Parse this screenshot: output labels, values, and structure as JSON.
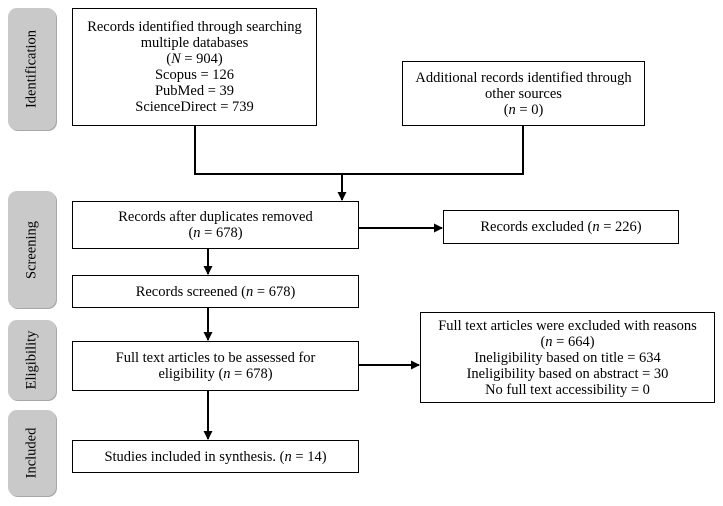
{
  "phases": {
    "identification": "Identification",
    "screening": "Screening",
    "eligibility": "Eligibility",
    "included": "Included"
  },
  "boxes": {
    "databases": {
      "line1": "Records identified through searching",
      "line2": "multiple databases",
      "total_var": "N",
      "total_val": " = 904)",
      "scopus": "Scopus = 126",
      "pubmed": "PubMed = 39",
      "sciencedirect": "ScienceDirect = 739"
    },
    "additional": {
      "line1": "Additional records identified through",
      "line2": "other sources",
      "count": " = 0)"
    },
    "duplicates_removed": {
      "line1": "Records after duplicates removed",
      "count": " = 678)"
    },
    "records_excluded": {
      "label": "Records excluded (",
      "count": " = 226)"
    },
    "records_screened": {
      "label": "Records screened (",
      "count": " = 678)"
    },
    "full_text_assessed": {
      "line1": "Full text articles to be assessed for",
      "line2": "eligibility (",
      "count": " = 678)"
    },
    "full_text_excluded": {
      "line1": "Full text articles were excluded with reasons",
      "count": " = 664)",
      "title": "Ineligibility based on title = 634",
      "abstract": "Ineligibility based on abstract = 30",
      "access": "No full text accessibility = 0"
    },
    "included_synthesis": {
      "label": "Studies included in synthesis. (",
      "count": " = 14)"
    }
  }
}
